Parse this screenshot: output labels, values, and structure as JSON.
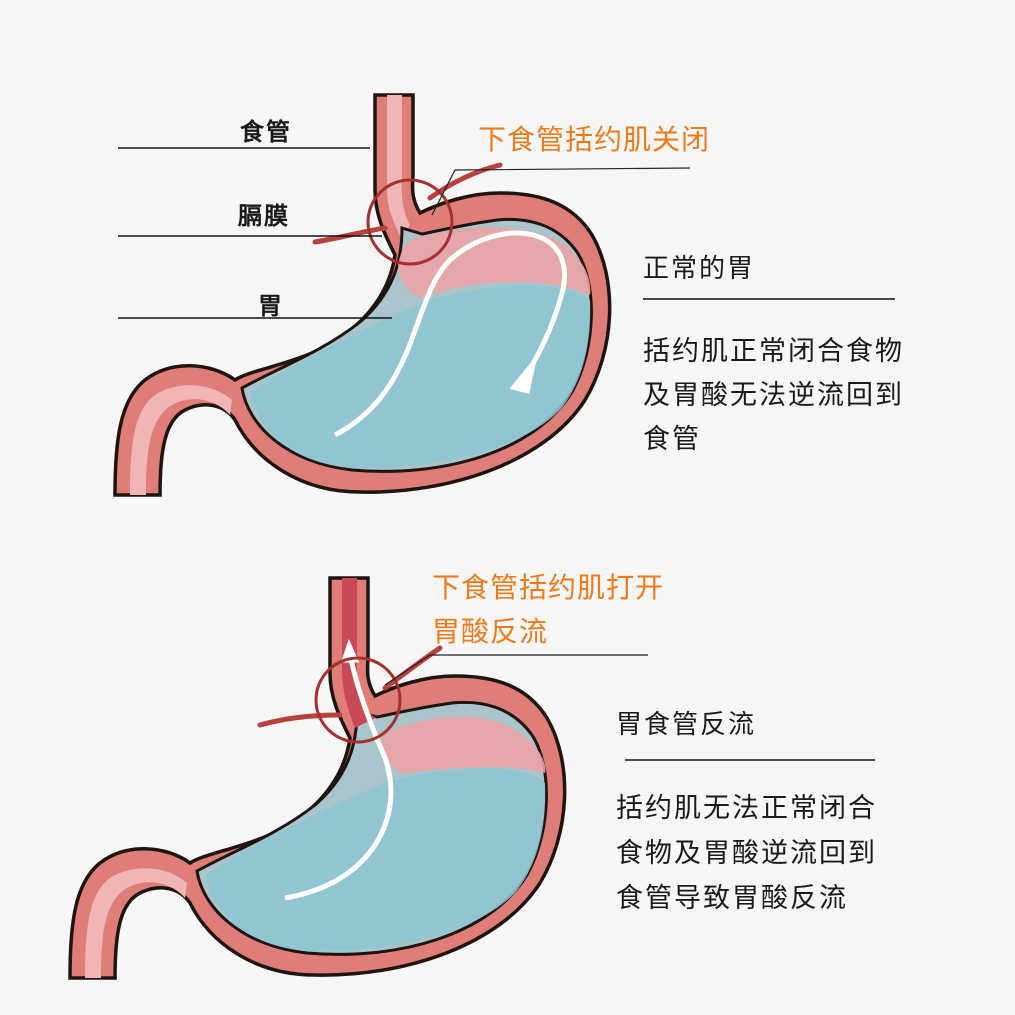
{
  "labels": {
    "esophagus": "食管",
    "diaphragm": "膈膜",
    "stomach": "胃"
  },
  "top": {
    "callout": "下食管括约肌关闭",
    "title": "正常的胃",
    "desc": [
      "括约肌正常闭合食物",
      "及胃酸无法逆流回到",
      "食管"
    ]
  },
  "bottom": {
    "callout": [
      "下食管括约肌打开",
      "胃酸反流"
    ],
    "title": "胃食管反流",
    "desc": [
      "括约肌无法正常闭合",
      "食物及胃酸逆流回到",
      "食管导致胃酸反流"
    ]
  },
  "colors": {
    "accent": "#f07a1a",
    "wall": "#df7d78",
    "mucosa": "#f0b5b5",
    "acid": "#8ec6d4",
    "ring": "#a8302c"
  }
}
